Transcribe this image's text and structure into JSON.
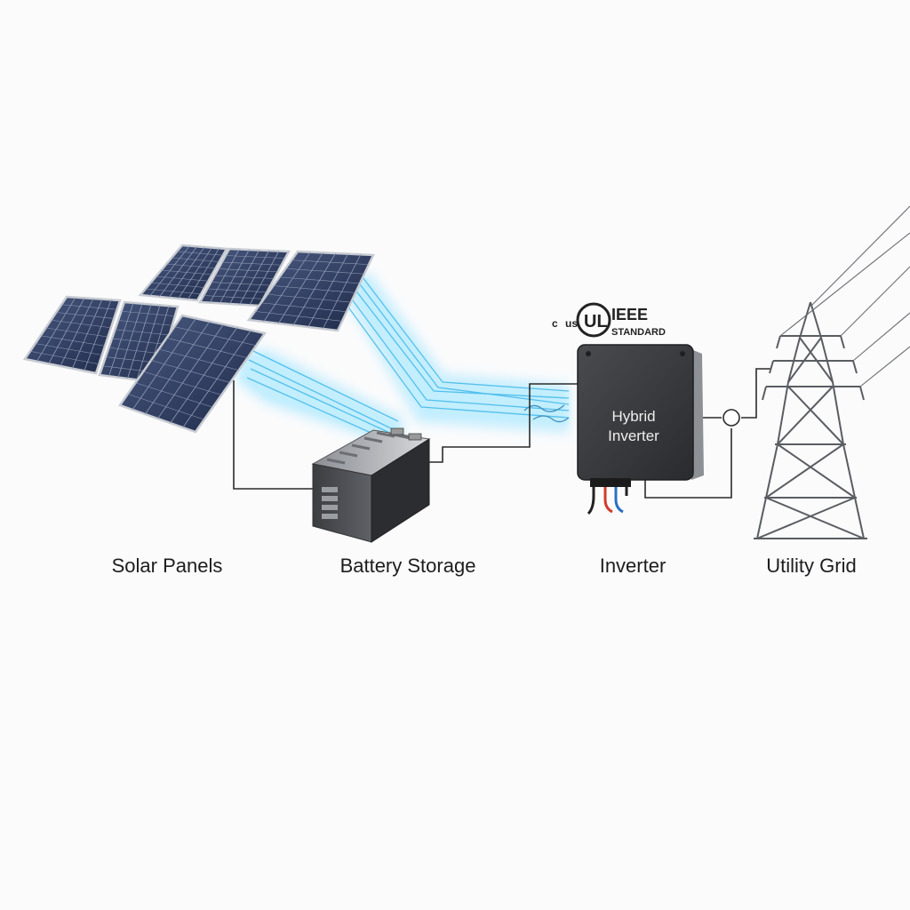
{
  "diagram": {
    "components": [
      {
        "id": "solar",
        "label": "Solar Panels"
      },
      {
        "id": "battery",
        "label": "Battery Storage"
      },
      {
        "id": "inverter",
        "label": "Inverter"
      },
      {
        "id": "grid",
        "label": "Utility Grid"
      }
    ],
    "inverter_device": {
      "line1": "Hybrid",
      "line2": "Inverter"
    },
    "certification": {
      "ul_mark": "UL",
      "ul_small_left": "c",
      "ul_small_right": "us",
      "standard_name": "IEEE",
      "standard_word": "STANDARD"
    },
    "colors": {
      "energy_flow": "#6fd0f5",
      "wire": "#2b2b2b",
      "panel": "#2f3f63",
      "inverter_body": "#3a3b3e",
      "tower": "#5a5d62"
    }
  }
}
